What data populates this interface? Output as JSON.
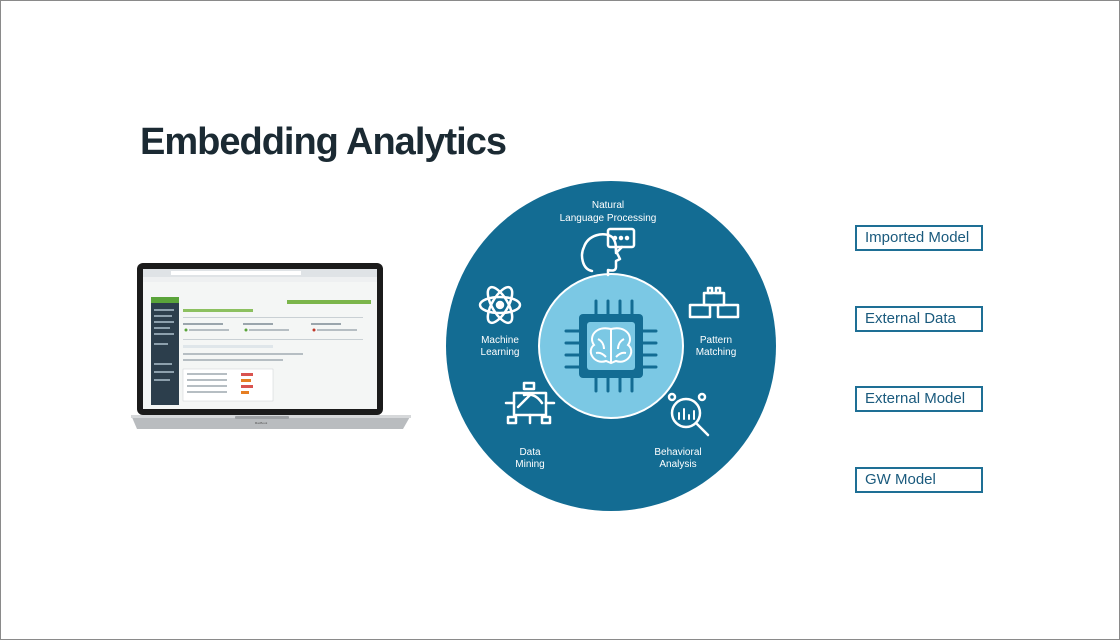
{
  "slide": {
    "title": "Embedding Analytics"
  },
  "laptop": {
    "brand": "MacBook",
    "screen_icon": "laptop-screenshot-icon"
  },
  "wheel": {
    "center_icon": "brain-chip-icon",
    "segments": [
      {
        "line1": "Natural",
        "line2": "Language Processing",
        "icon": "head-speech-icon"
      },
      {
        "line1": "Pattern",
        "line2": "Matching",
        "icon": "blocks-icon"
      },
      {
        "line1": "Behavioral",
        "line2": "Analysis",
        "icon": "magnifier-chart-icon"
      },
      {
        "line1": "Data",
        "line2": "Mining",
        "icon": "pickaxe-icon"
      },
      {
        "line1": "Machine",
        "line2": "Learning",
        "icon": "atom-icon"
      }
    ],
    "colors": {
      "outer": "#136c93",
      "inner": "#7bc8e4",
      "accent": "#1e6f95"
    }
  },
  "buttons": [
    {
      "label": "Imported Model"
    },
    {
      "label": "External Data"
    },
    {
      "label": "External Model"
    },
    {
      "label": "GW Model"
    }
  ]
}
